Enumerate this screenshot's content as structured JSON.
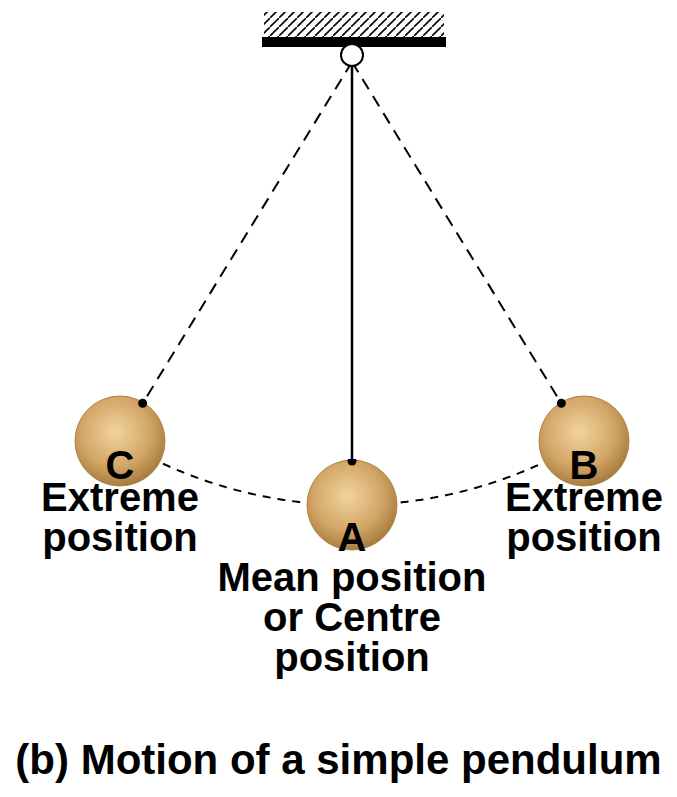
{
  "diagram": {
    "caption": "(b) Motion of a simple pendulum",
    "nodes": [
      {
        "text": [
          "C",
          "Extreme position"
        ]
      },
      {
        "text": [
          "A",
          "Mean position or Centre position"
        ]
      },
      {
        "text": [
          "B",
          "Extreme position"
        ]
      }
    ],
    "edges": [
      {
        "from": 0,
        "to": 1,
        "arrow": "none"
      },
      {
        "from": 1,
        "to": 2,
        "arrow": "none"
      }
    ]
  }
}
